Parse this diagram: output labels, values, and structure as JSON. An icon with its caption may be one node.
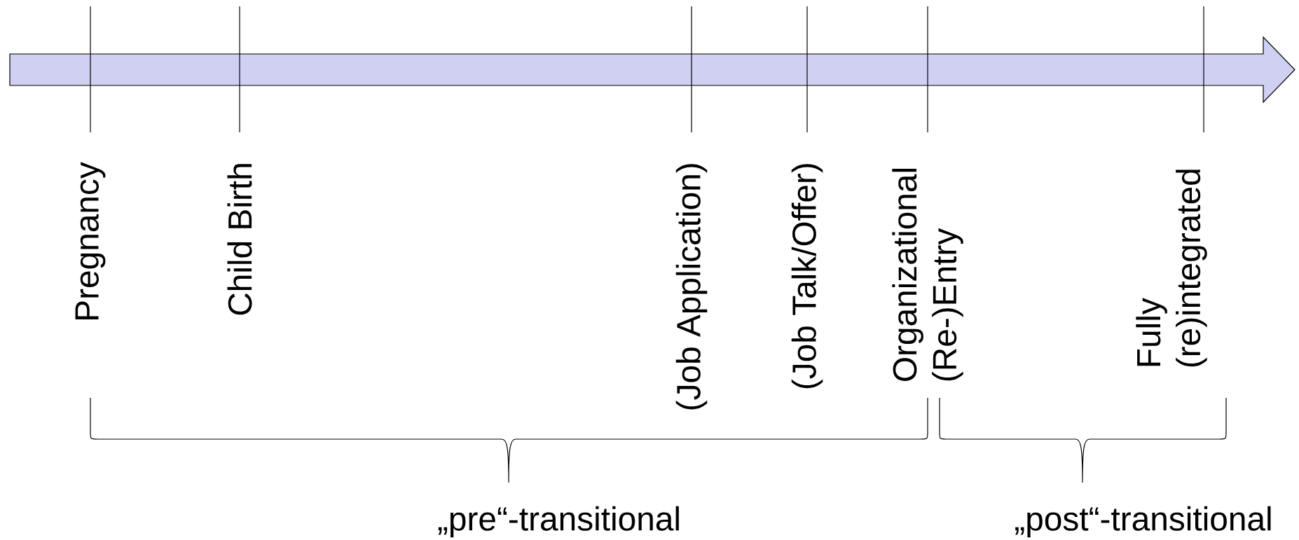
{
  "diagram": {
    "labels": [
      "Pregnancy",
      "Child Birth",
      "(Job Application)",
      "(Job Talk/Offer)",
      "Organizational (Re-)Entry",
      "Fully (re)integrated",
      "„pre“-transitional",
      "„post“-transitional"
    ]
  }
}
